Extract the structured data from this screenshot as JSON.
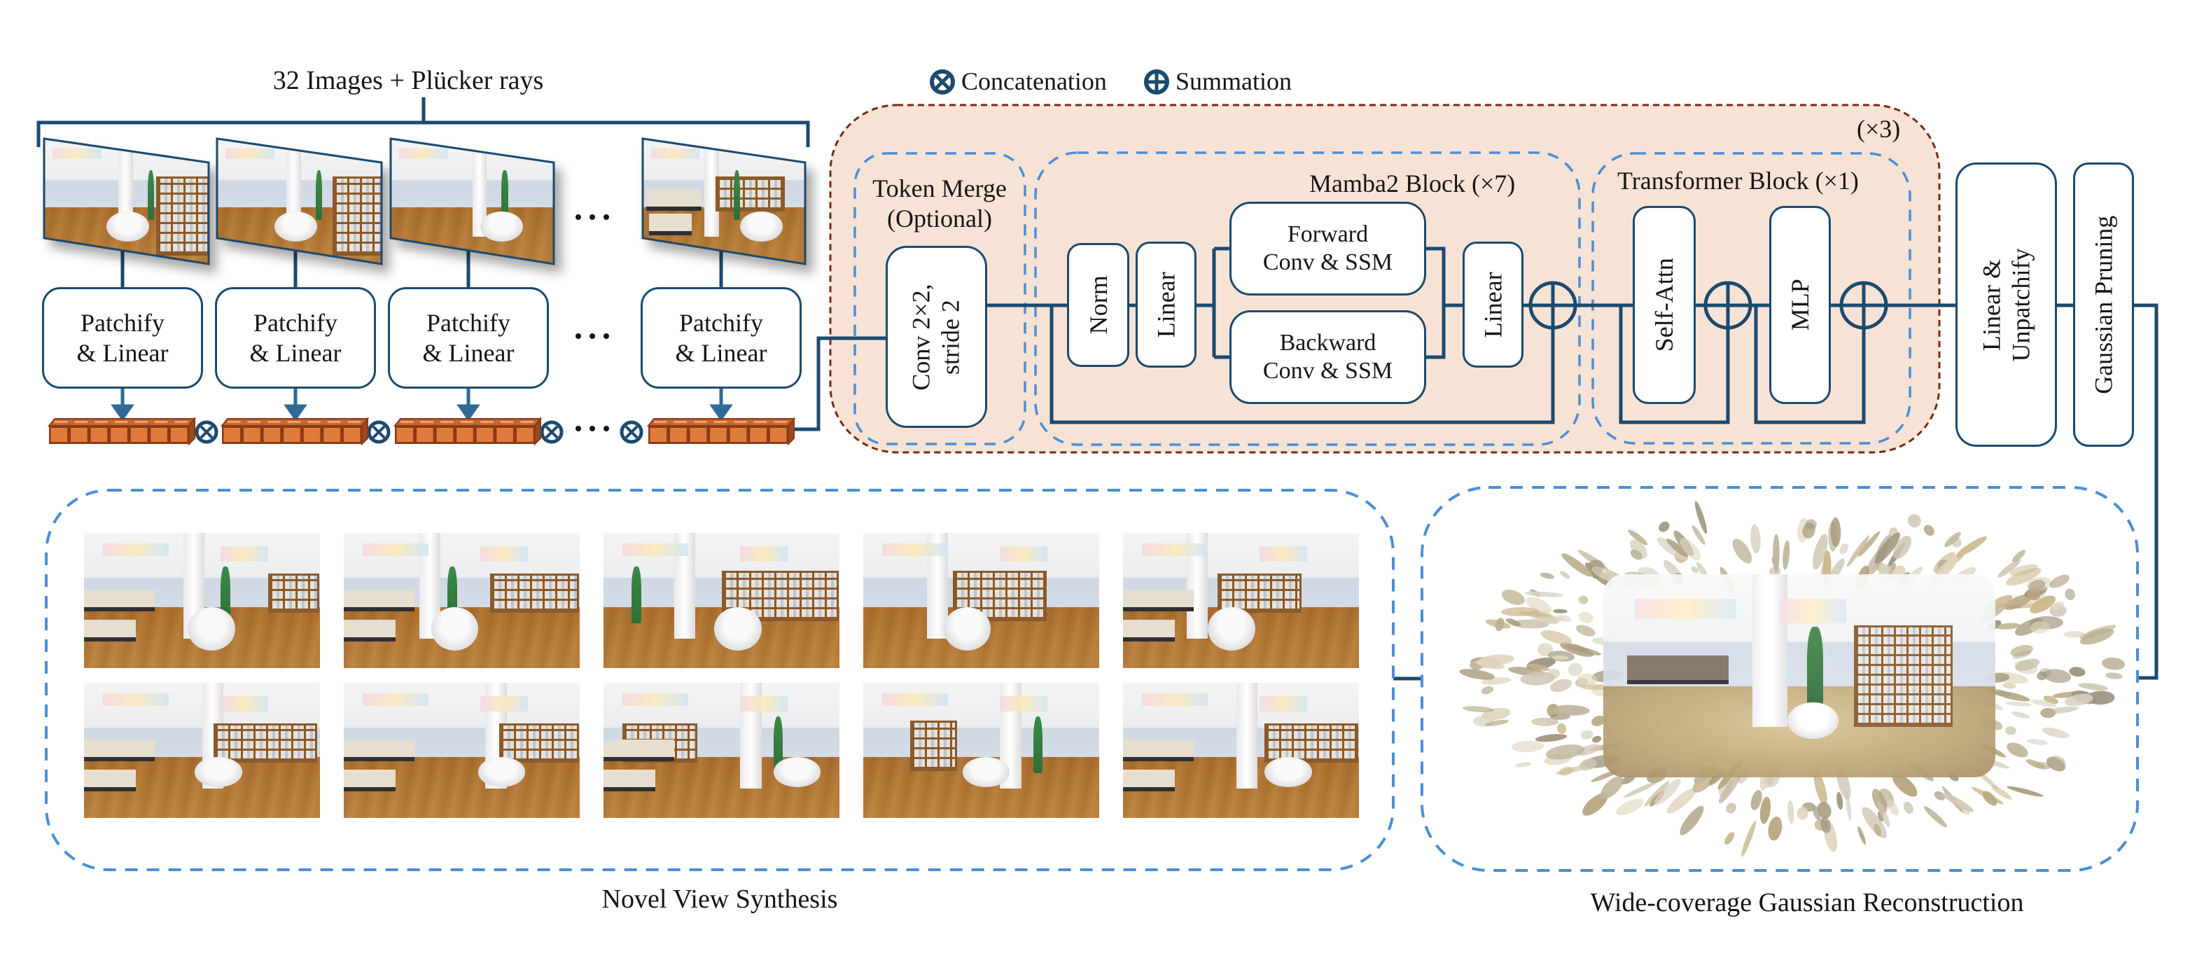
{
  "figure": {
    "colors": {
      "line": "#1b4a6e",
      "dash_blue": "#4a8fd6",
      "dash_brown": "#7a2a14",
      "orange_fill": "#f7e3d6",
      "token_fill": "#e07b3c",
      "token_edge": "#8b3a1a"
    }
  },
  "input": {
    "header": "32 Images + Plücker rays",
    "image_count_label": "32",
    "views": [
      {
        "name": "input-view-1"
      },
      {
        "name": "input-view-2"
      },
      {
        "name": "input-view-3"
      },
      {
        "name": "input-view-last"
      }
    ],
    "ellipsis": "· · ·",
    "patchify_label_line1": "Patchify",
    "patchify_label_line2": "& Linear"
  },
  "legend": {
    "concat_symbol": "⊗",
    "concat_label": "Concatenation",
    "sum_symbol": "⊕",
    "sum_label": "Summation"
  },
  "backbone": {
    "repeat_label": "(×3)",
    "token_merge": {
      "title_line1": "Token Merge",
      "title_line2": "(Optional)",
      "conv_line1": "Conv 2×2,",
      "conv_line2": "stride 2"
    },
    "mamba": {
      "title": "Mamba2 Block (×7)",
      "norm": "Norm",
      "linear_in": "Linear",
      "forward_line1": "Forward",
      "forward_line2": "Conv & SSM",
      "backward_line1": "Backward",
      "backward_line2": "Conv & SSM",
      "linear_out": "Linear"
    },
    "transformer": {
      "title": "Transformer Block (×1)",
      "self_attn": "Self-Attn",
      "mlp": "MLP"
    }
  },
  "head": {
    "unpatchify_line1": "Linear &",
    "unpatchify_line2": "Unpatchify",
    "pruning": "Gaussian Pruning"
  },
  "outputs": {
    "nvs_label": "Novel View Synthesis",
    "nvs_grid": {
      "rows": 2,
      "cols": 5
    },
    "gaussian_label": "Wide-coverage Gaussian Reconstruction"
  }
}
